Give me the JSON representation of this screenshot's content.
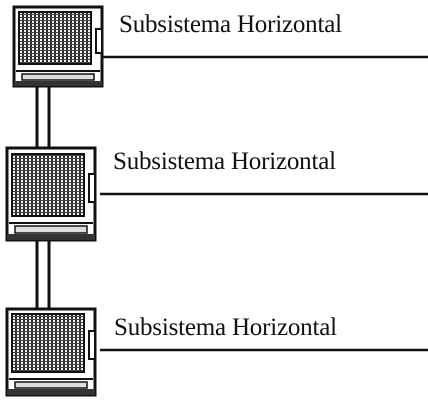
{
  "diagram": {
    "floors": [
      {
        "label": "Subsistema Horizontal",
        "icon": "rack-cabinet-icon"
      },
      {
        "label": "Subsistema Horizontal",
        "icon": "rack-cabinet-icon"
      },
      {
        "label": "Subsistema Horizontal",
        "icon": "rack-cabinet-icon"
      }
    ]
  }
}
